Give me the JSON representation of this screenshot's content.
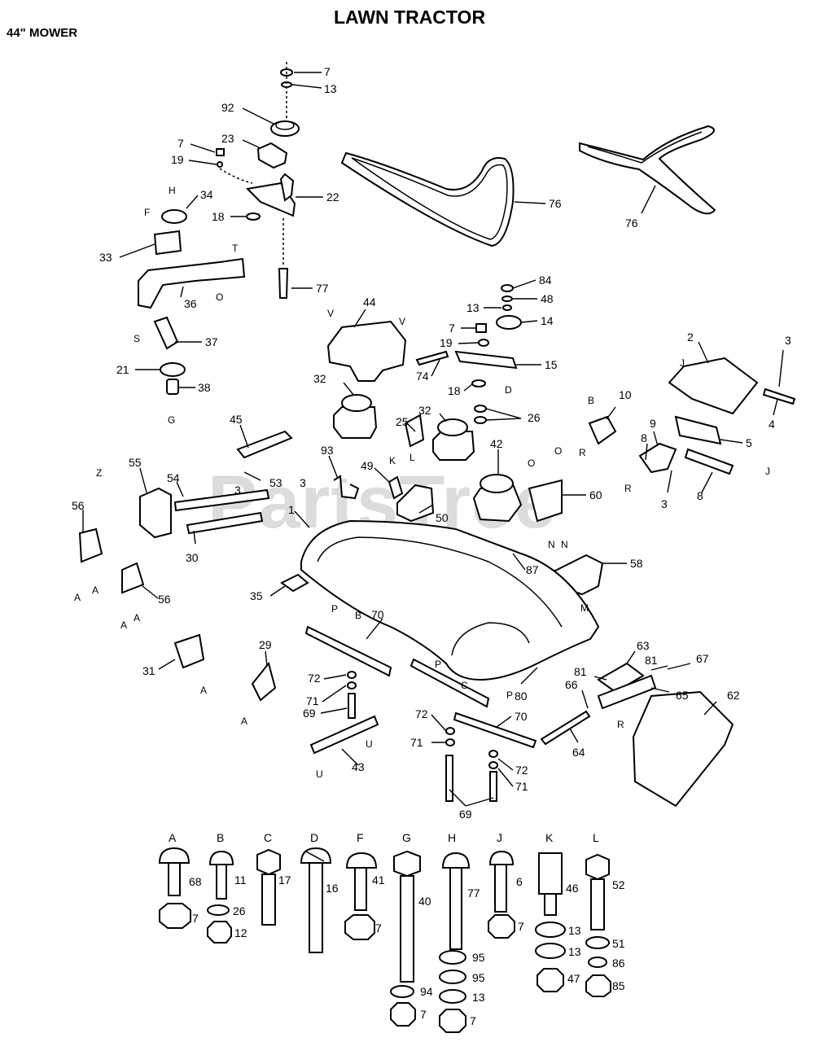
{
  "header": {
    "title": "LAWN TRACTOR",
    "subtitle": "44\" MOWER"
  },
  "watermark": "PartsTree",
  "callouts": {
    "c7a": "7",
    "c13a": "13",
    "c92": "92",
    "c23": "23",
    "c7b": "7",
    "c19a": "19",
    "c22": "22",
    "c34": "34",
    "c18a": "18",
    "c33": "33",
    "c36": "36",
    "c77": "77",
    "c37": "37",
    "c21": "21",
    "c38": "38",
    "c76a": "76",
    "c76b": "76",
    "c84": "84",
    "c48": "48",
    "c13b": "13",
    "c14": "14",
    "c7c": "7",
    "c19b": "19",
    "c15": "15",
    "c74": "74",
    "c18b": "18",
    "c44": "44",
    "c32a": "32",
    "c32b": "32",
    "c26": "26",
    "c25": "25",
    "c42": "42",
    "c45": "45",
    "c93": "93",
    "c49": "49",
    "c50": "50",
    "c55": "55",
    "c54": "54",
    "c53": "53",
    "c3a": "3",
    "c3b": "3",
    "c30": "30",
    "c1": "1",
    "c56a": "56",
    "c56b": "56",
    "c35": "35",
    "c60": "60",
    "c87": "87",
    "c58": "58",
    "c2": "2",
    "c3c": "3",
    "c4": "4",
    "c5": "5",
    "c10": "10",
    "c9": "9",
    "c8a": "8",
    "c3d": "3",
    "c8b": "8",
    "c31": "31",
    "c29": "29",
    "c70a": "70",
    "c72a": "72",
    "c71a": "71",
    "c69a": "69",
    "c43": "43",
    "c72b": "72",
    "c71b": "71",
    "c70b": "70",
    "c72c": "72",
    "c71c": "71",
    "c69b": "69",
    "c80": "80",
    "c81a": "81",
    "c63": "63",
    "c81b": "81",
    "c67": "67",
    "c66": "66",
    "c65": "65",
    "c64": "64",
    "c62": "62"
  },
  "letters": {
    "H1": "H",
    "F1": "F",
    "T1": "T",
    "O1": "O",
    "S1": "S",
    "G1": "G",
    "V1": "V",
    "V2": "V",
    "D1": "D",
    "K1": "K",
    "L1": "L",
    "Z1": "Z",
    "A1": "A",
    "A2": "A",
    "A3": "A",
    "A4": "A",
    "A5": "A",
    "A6": "A",
    "P1": "P",
    "B1": "B",
    "P2": "P",
    "C1": "C",
    "P3": "P",
    "U1": "U",
    "U2": "U",
    "O2": "O",
    "O3": "O",
    "N1": "N",
    "N2": "N",
    "M1": "M",
    "J1": "J",
    "J2": "J",
    "B2": "B",
    "R1": "R",
    "R2": "R",
    "R3": "R"
  },
  "hardware": [
    {
      "letter": "A",
      "labels": [
        "68",
        "7"
      ]
    },
    {
      "letter": "B",
      "labels": [
        "11",
        "26",
        "12"
      ]
    },
    {
      "letter": "C",
      "labels": [
        "17"
      ]
    },
    {
      "letter": "D",
      "labels": [
        "16"
      ]
    },
    {
      "letter": "F",
      "labels": [
        "41",
        "7"
      ]
    },
    {
      "letter": "G",
      "labels": [
        "40",
        "94",
        "7"
      ]
    },
    {
      "letter": "H",
      "labels": [
        "77",
        "95",
        "95",
        "13",
        "7"
      ]
    },
    {
      "letter": "J",
      "labels": [
        "6",
        "7"
      ]
    },
    {
      "letter": "K",
      "labels": [
        "46",
        "13",
        "13",
        "47"
      ]
    },
    {
      "letter": "L",
      "labels": [
        "52",
        "51",
        "86",
        "85"
      ]
    }
  ]
}
